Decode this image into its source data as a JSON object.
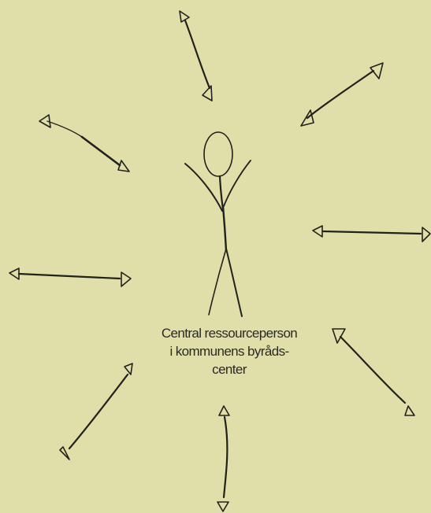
{
  "caption": {
    "line1": "Central ressourceperson",
    "line2": "i kommunens byråds-",
    "line3": "center"
  },
  "icons": {
    "figure": "stick-figure-arms-raised-icon",
    "arrow": "double-headed-arrow-icon"
  },
  "colors": {
    "background": "#e0dfaa",
    "ink": "#22221c"
  }
}
